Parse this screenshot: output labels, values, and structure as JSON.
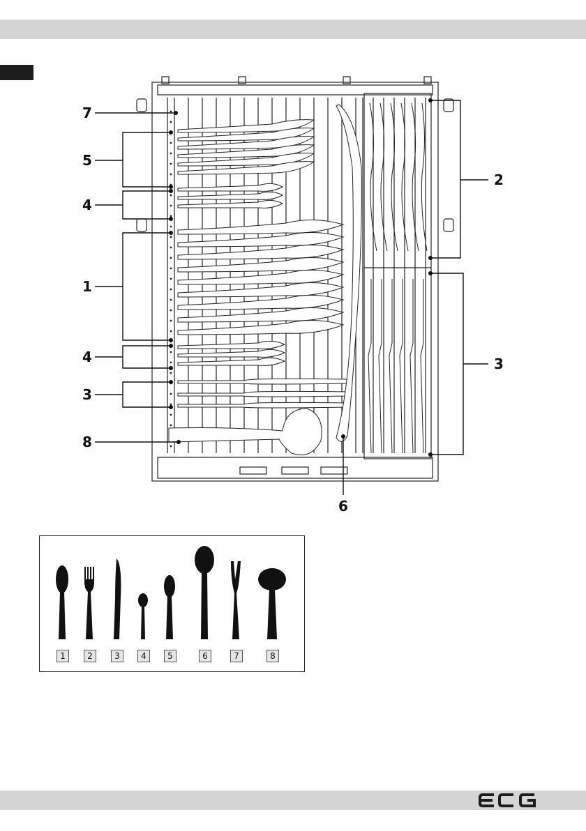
{
  "callouts": {
    "c1": "1",
    "c2": "2",
    "c3_left": "3",
    "c3_right": "3",
    "c4_top": "4",
    "c4_bottom": "4",
    "c5": "5",
    "c6": "6",
    "c7": "7",
    "c8": "8"
  },
  "legend": {
    "items": [
      {
        "number": "1",
        "icon": "dinner-spoon"
      },
      {
        "number": "2",
        "icon": "fork"
      },
      {
        "number": "3",
        "icon": "knife"
      },
      {
        "number": "4",
        "icon": "coffee-spoon"
      },
      {
        "number": "5",
        "icon": "dessert-spoon"
      },
      {
        "number": "6",
        "icon": "serving-spoon"
      },
      {
        "number": "7",
        "icon": "serving-fork"
      },
      {
        "number": "8",
        "icon": "ladle"
      }
    ]
  },
  "brand": {
    "logo_text": "ECG"
  },
  "colors": {
    "bar": "#d4d4d4",
    "tab": "#1c1c1c",
    "ink": "#111111"
  }
}
